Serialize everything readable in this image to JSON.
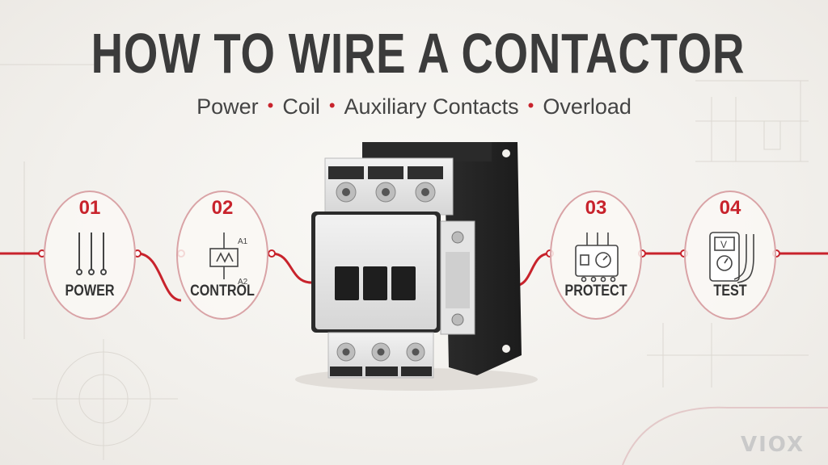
{
  "title": "HOW TO WIRE A CONTACTOR",
  "subtitle": {
    "items": [
      "Power",
      "Coil",
      "Auxiliary Contacts",
      "Overload"
    ],
    "separator": "•"
  },
  "steps": [
    {
      "number": "01",
      "label": "POWER",
      "icon": "power-lines-icon"
    },
    {
      "number": "02",
      "label": "CONTROL",
      "icon": "coil-icon",
      "terminal_top": "A1",
      "terminal_bottom": "A2"
    },
    {
      "number": "03",
      "label": "PROTECT",
      "icon": "overload-relay-icon"
    },
    {
      "number": "04",
      "label": "TEST",
      "icon": "multimeter-icon",
      "meter_letter": "V"
    }
  ],
  "brand": "VIOX",
  "colors": {
    "accent": "#c8232c",
    "title": "#3b3b3b",
    "background": "#f3f1ed"
  }
}
